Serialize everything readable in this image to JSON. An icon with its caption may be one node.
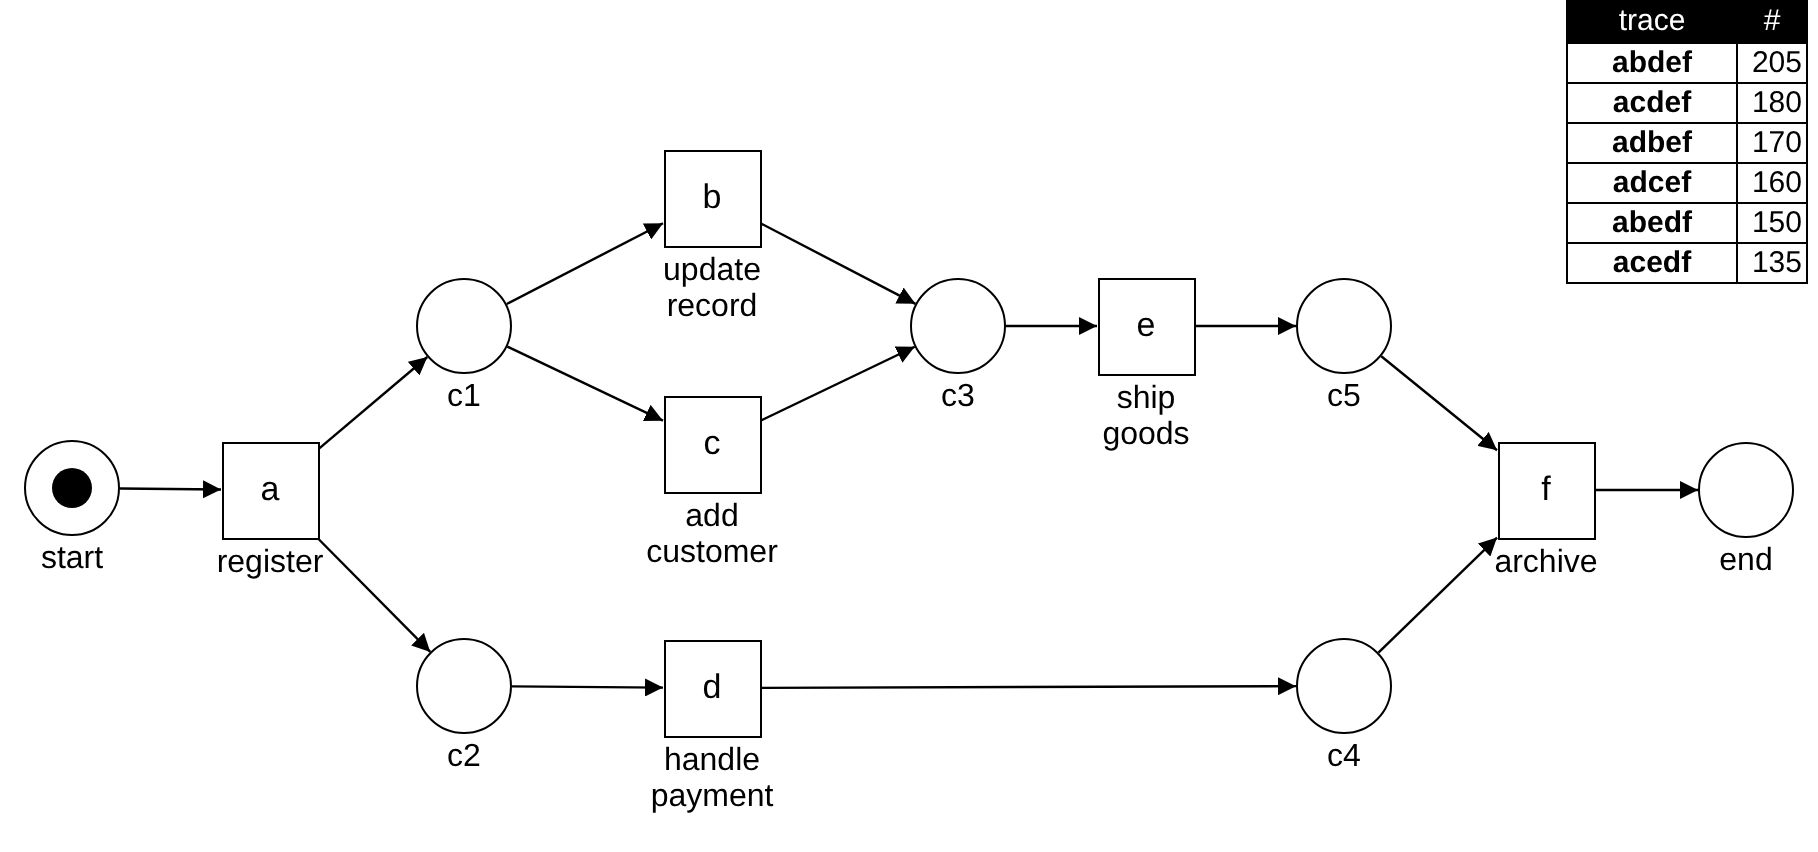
{
  "diagram": {
    "nodes": [
      {
        "text": [],
        "shape": "circle",
        "beside": [
          "start"
        ]
      },
      {
        "text": [],
        "shape": "dot",
        "in": 0
      },
      {
        "text": [
          "a"
        ],
        "beside": [
          "register"
        ]
      },
      {
        "text": [],
        "shape": "circle",
        "beside": [
          "c1"
        ]
      },
      {
        "text": [],
        "shape": "circle",
        "beside": [
          "c2"
        ]
      },
      {
        "text": [
          "b"
        ],
        "beside": [
          "update record"
        ]
      },
      {
        "text": [
          "c"
        ],
        "beside": [
          "add customer"
        ]
      },
      {
        "text": [
          "d"
        ],
        "beside": [
          "handle payment"
        ]
      },
      {
        "text": [],
        "shape": "circle",
        "beside": [
          "c3"
        ]
      },
      {
        "text": [
          "e"
        ],
        "beside": [
          "ship goods"
        ]
      },
      {
        "text": [],
        "shape": "circle",
        "beside": [
          "c5"
        ]
      },
      {
        "text": [],
        "shape": "circle",
        "beside": [
          "c4"
        ]
      },
      {
        "text": [
          "f"
        ],
        "beside": [
          "archive"
        ]
      },
      {
        "text": [],
        "shape": "circle",
        "beside": [
          "end"
        ]
      }
    ],
    "edges": [
      {
        "from": 0,
        "to": 2,
        "arrow": "to"
      },
      {
        "from": 2,
        "to": 3,
        "arrow": "to"
      },
      {
        "from": 2,
        "to": 4,
        "arrow": "to"
      },
      {
        "from": 3,
        "to": 5,
        "arrow": "to"
      },
      {
        "from": 3,
        "to": 6,
        "arrow": "to"
      },
      {
        "from": 5,
        "to": 8,
        "arrow": "to"
      },
      {
        "from": 6,
        "to": 8,
        "arrow": "to"
      },
      {
        "from": 4,
        "to": 7,
        "arrow": "to"
      },
      {
        "from": 8,
        "to": 9,
        "arrow": "to"
      },
      {
        "from": 9,
        "to": 10,
        "arrow": "to"
      },
      {
        "from": 7,
        "to": 11,
        "arrow": "to"
      },
      {
        "from": 10,
        "to": 12,
        "arrow": "to"
      },
      {
        "from": 11,
        "to": 12,
        "arrow": "to"
      },
      {
        "from": 12,
        "to": 13,
        "arrow": "to"
      }
    ],
    "labels": [
      "trace",
      "#",
      "abdef",
      "205",
      "acdef",
      "180",
      "adbef",
      "170",
      "adcef",
      "160",
      "abedf",
      "150",
      "acedf",
      "135"
    ]
  }
}
